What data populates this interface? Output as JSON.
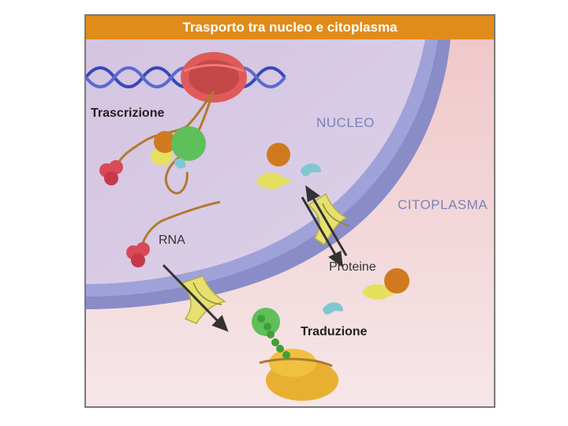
{
  "title": "Trasporto tra nucleo e citoplasma",
  "labels": {
    "trascrizione": "Trascrizione",
    "nucleo": "NUCLEO",
    "citoplasma": "CITOPLASMA",
    "rna": "RNA",
    "proteine": "Proteine",
    "traduzione": "Traduzione"
  },
  "colors": {
    "title_bar": "#e08c1a",
    "nucleus": "#d8cce6",
    "cytoplasm": "#f2d2d2",
    "envelope": "#8a8cc8",
    "pore": "#e6e070",
    "rna_polymerase": "#e05a5a",
    "ribosome": "#e8b030",
    "protein_green": "#5fbf5a",
    "protein_orange": "#d07a20",
    "protein_yellow": "#e6e060",
    "protein_cyan": "#7fc8d0",
    "dna": "#3848b8"
  }
}
